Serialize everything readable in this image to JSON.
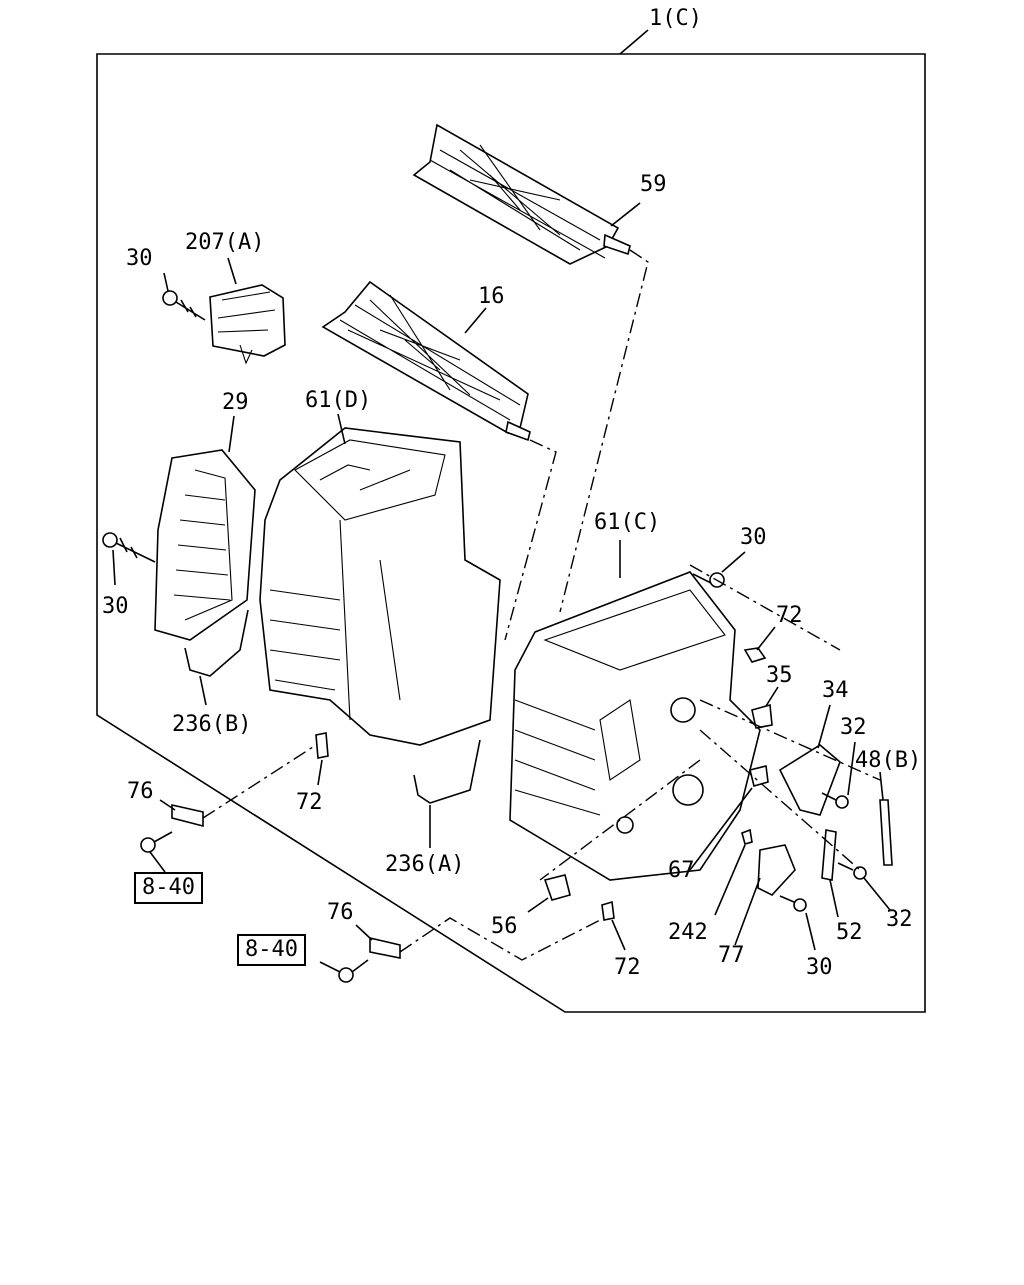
{
  "title": "1(C)",
  "labels": {
    "p59": "59",
    "p207a": "207(A)",
    "p30_top": "30",
    "p16": "16",
    "p29": "29",
    "p61d": "61(D)",
    "p30_left": "30",
    "p61c": "61(C)",
    "p30_right": "30",
    "p72_right": "72",
    "p35": "35",
    "p34": "34",
    "p32_top": "32",
    "p48b": "48(B)",
    "p236b": "236(B)",
    "p76_left": "76",
    "p72_left": "72",
    "p236a": "236(A)",
    "p67": "67",
    "p32_bottom": "32",
    "p76_bottom": "76",
    "p56": "56",
    "p242": "242",
    "p52": "52",
    "p77": "77",
    "p72_bottom": "72",
    "p30_bottom": "30"
  },
  "refs": {
    "left": "8-40",
    "bottom": "8-40"
  }
}
